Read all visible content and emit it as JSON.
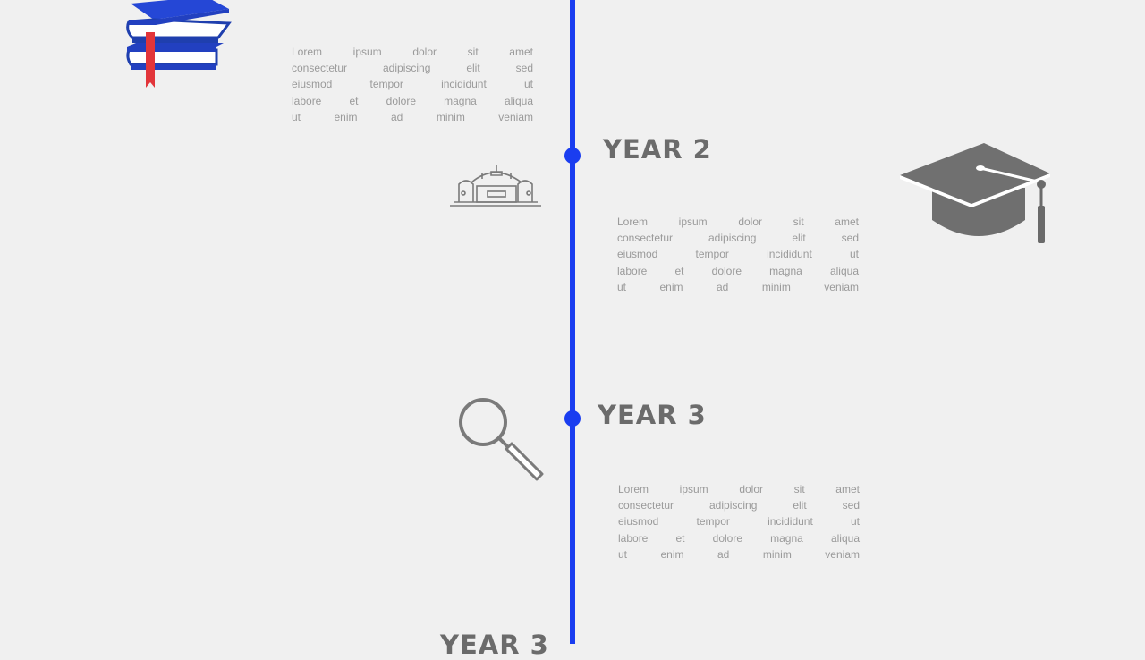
{
  "timeline": {
    "accent_color": "#1a3df0",
    "text_color": "#6b6b6b",
    "entries": [
      {
        "year": "",
        "icon": "books-icon",
        "paragraph": [
          "Lorem ipsum dolor sit amet",
          "consectetur adipiscing elit sed",
          "eiusmod tempor incididunt ut",
          "labore et dolore magna aliqua",
          "ut enim ad minim veniam"
        ]
      },
      {
        "year": "YEAR 2",
        "icon": "school-building-icon",
        "side_icon": "graduation-cap-icon",
        "paragraph": [
          "Lorem ipsum dolor sit amet",
          "consectetur adipiscing elit sed",
          "eiusmod tempor incididunt ut",
          "labore et dolore magna aliqua",
          "ut enim ad minim veniam"
        ]
      },
      {
        "year": "YEAR 3",
        "icon": "magnifier-icon",
        "paragraph": [
          "Lorem ipsum dolor sit amet",
          "consectetur adipiscing elit sed",
          "eiusmod tempor incididunt ut",
          "labore et dolore magna aliqua",
          "ut enim ad minim veniam"
        ]
      },
      {
        "year": "YEAR 3",
        "partial": true
      }
    ]
  }
}
